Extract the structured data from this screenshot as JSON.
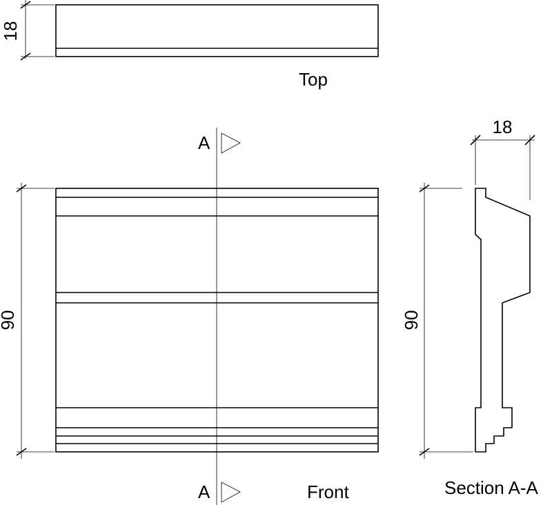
{
  "views": {
    "top": {
      "label": "Top",
      "dimension": "18"
    },
    "front": {
      "label": "Front",
      "dimension": "90",
      "section_marker_top": "A",
      "section_marker_bottom": "A"
    },
    "section": {
      "label": "Section A-A",
      "width_dimension": "18",
      "height_dimension": "90"
    }
  }
}
